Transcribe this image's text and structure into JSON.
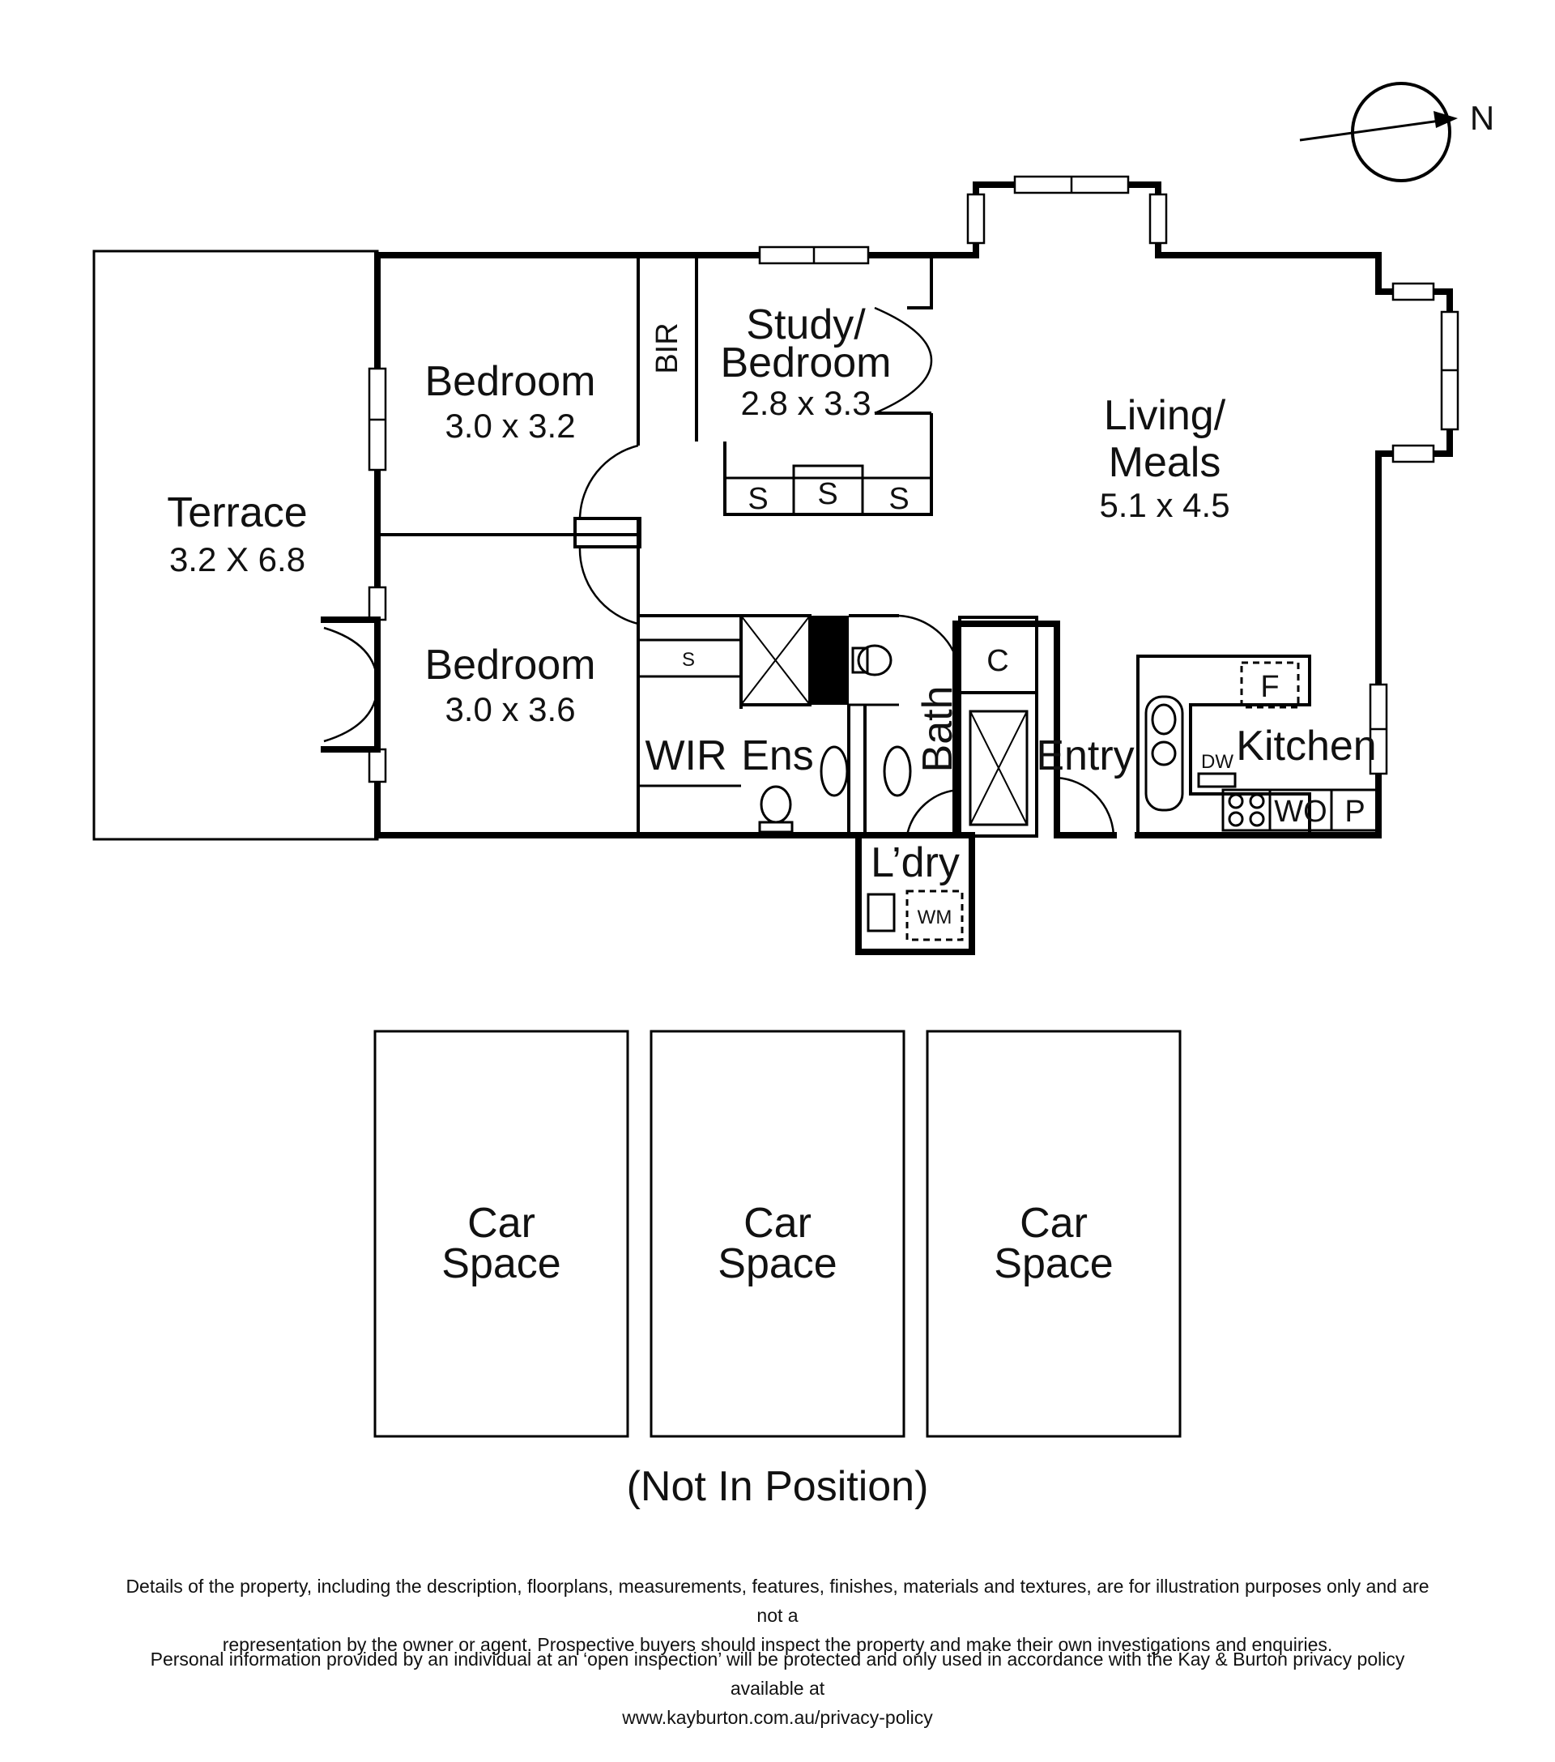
{
  "compass": {
    "label": "N"
  },
  "rooms": {
    "terrace": {
      "name": "Terrace",
      "size": "3.2 X 6.8"
    },
    "bedroom1": {
      "name": "Bedroom",
      "size": "3.0 x 3.2"
    },
    "bedroom2": {
      "name": "Bedroom",
      "size": "3.0 x 3.6"
    },
    "bir": "BIR",
    "study": {
      "name_line1": "Study/",
      "name_line2": "Bedroom",
      "size": "2.8 x 3.3"
    },
    "living": {
      "name_line1": "Living/",
      "name_line2": "Meals",
      "size": "5.1 x 4.5"
    },
    "wir": "WIR",
    "ens": "Ens",
    "bath": "Bath",
    "entry": "Entry",
    "kitchen": "Kitchen",
    "laundry": "L’dry"
  },
  "fixtures": {
    "shelf": "S",
    "cupboard": "C",
    "fridge": "F",
    "dishwasher": "DW",
    "wall_oven": "WO",
    "pantry": "P",
    "washing_machine": "WM"
  },
  "car_spaces": [
    {
      "line1": "Car",
      "line2": "Space"
    },
    {
      "line1": "Car",
      "line2": "Space"
    },
    {
      "line1": "Car",
      "line2": "Space"
    }
  ],
  "car_note": "(Not In Position)",
  "disclaimer": {
    "para1_line1": "Details of the property, including the description, floorplans, measurements, features, finishes, materials and textures, are for illustration purposes only and are not a",
    "para1_line2": "representation by the owner or agent.  Prospective buyers should inspect the property and make their own investigations and enquiries.",
    "para2_line1": "Personal information provided by an individual at an ‘open inspection’ will be protected and only used in accordance with the Kay & Burton privacy policy available at",
    "para2_line2": "www.kayburton.com.au/privacy-policy"
  }
}
